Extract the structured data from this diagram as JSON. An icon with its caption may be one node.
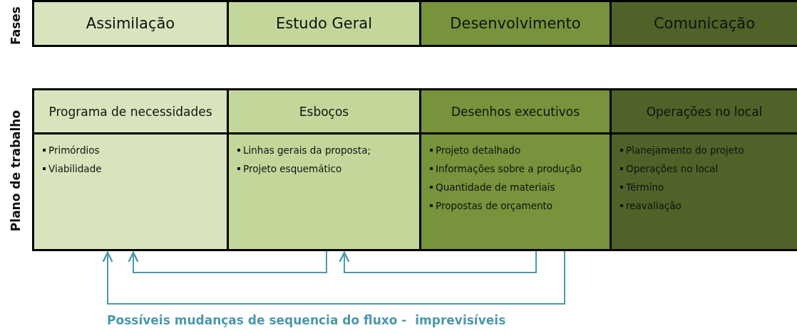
{
  "diagram": {
    "nodes": [
      {
        "text": [
          "Assimilação"
        ]
      },
      {
        "text": [
          "Estudo Geral"
        ]
      },
      {
        "text": [
          "Desenvolvimento"
        ]
      },
      {
        "text": [
          "Comunicação"
        ]
      },
      {
        "text": [
          "Programa de necessidades",
          "Primórdios",
          "Viabilidade"
        ]
      },
      {
        "text": [
          "Esboços",
          "Linhas gerais da proposta;",
          "Projeto esquemático"
        ]
      },
      {
        "text": [
          "Desenhos executivos",
          "Projeto detalhado",
          "Informações sobre a produção",
          "Quantidade de materiais",
          "Propostas de orçamento"
        ]
      },
      {
        "text": [
          "Operações no local",
          "Planejamento do projeto",
          "Operações no local",
          "Término",
          "reavaliação"
        ]
      }
    ],
    "edges": [
      {
        "from": 6,
        "to": 5,
        "arrow": "to"
      },
      {
        "from": 5,
        "to": 4,
        "arrow": "to"
      },
      {
        "from": 6,
        "to": 4,
        "arrow": "to"
      }
    ],
    "labels": [
      "Fases",
      "Plano de trabalho",
      "Possíveis mudanças de sequencia do fluxo -  imprevisíveis"
    ]
  }
}
